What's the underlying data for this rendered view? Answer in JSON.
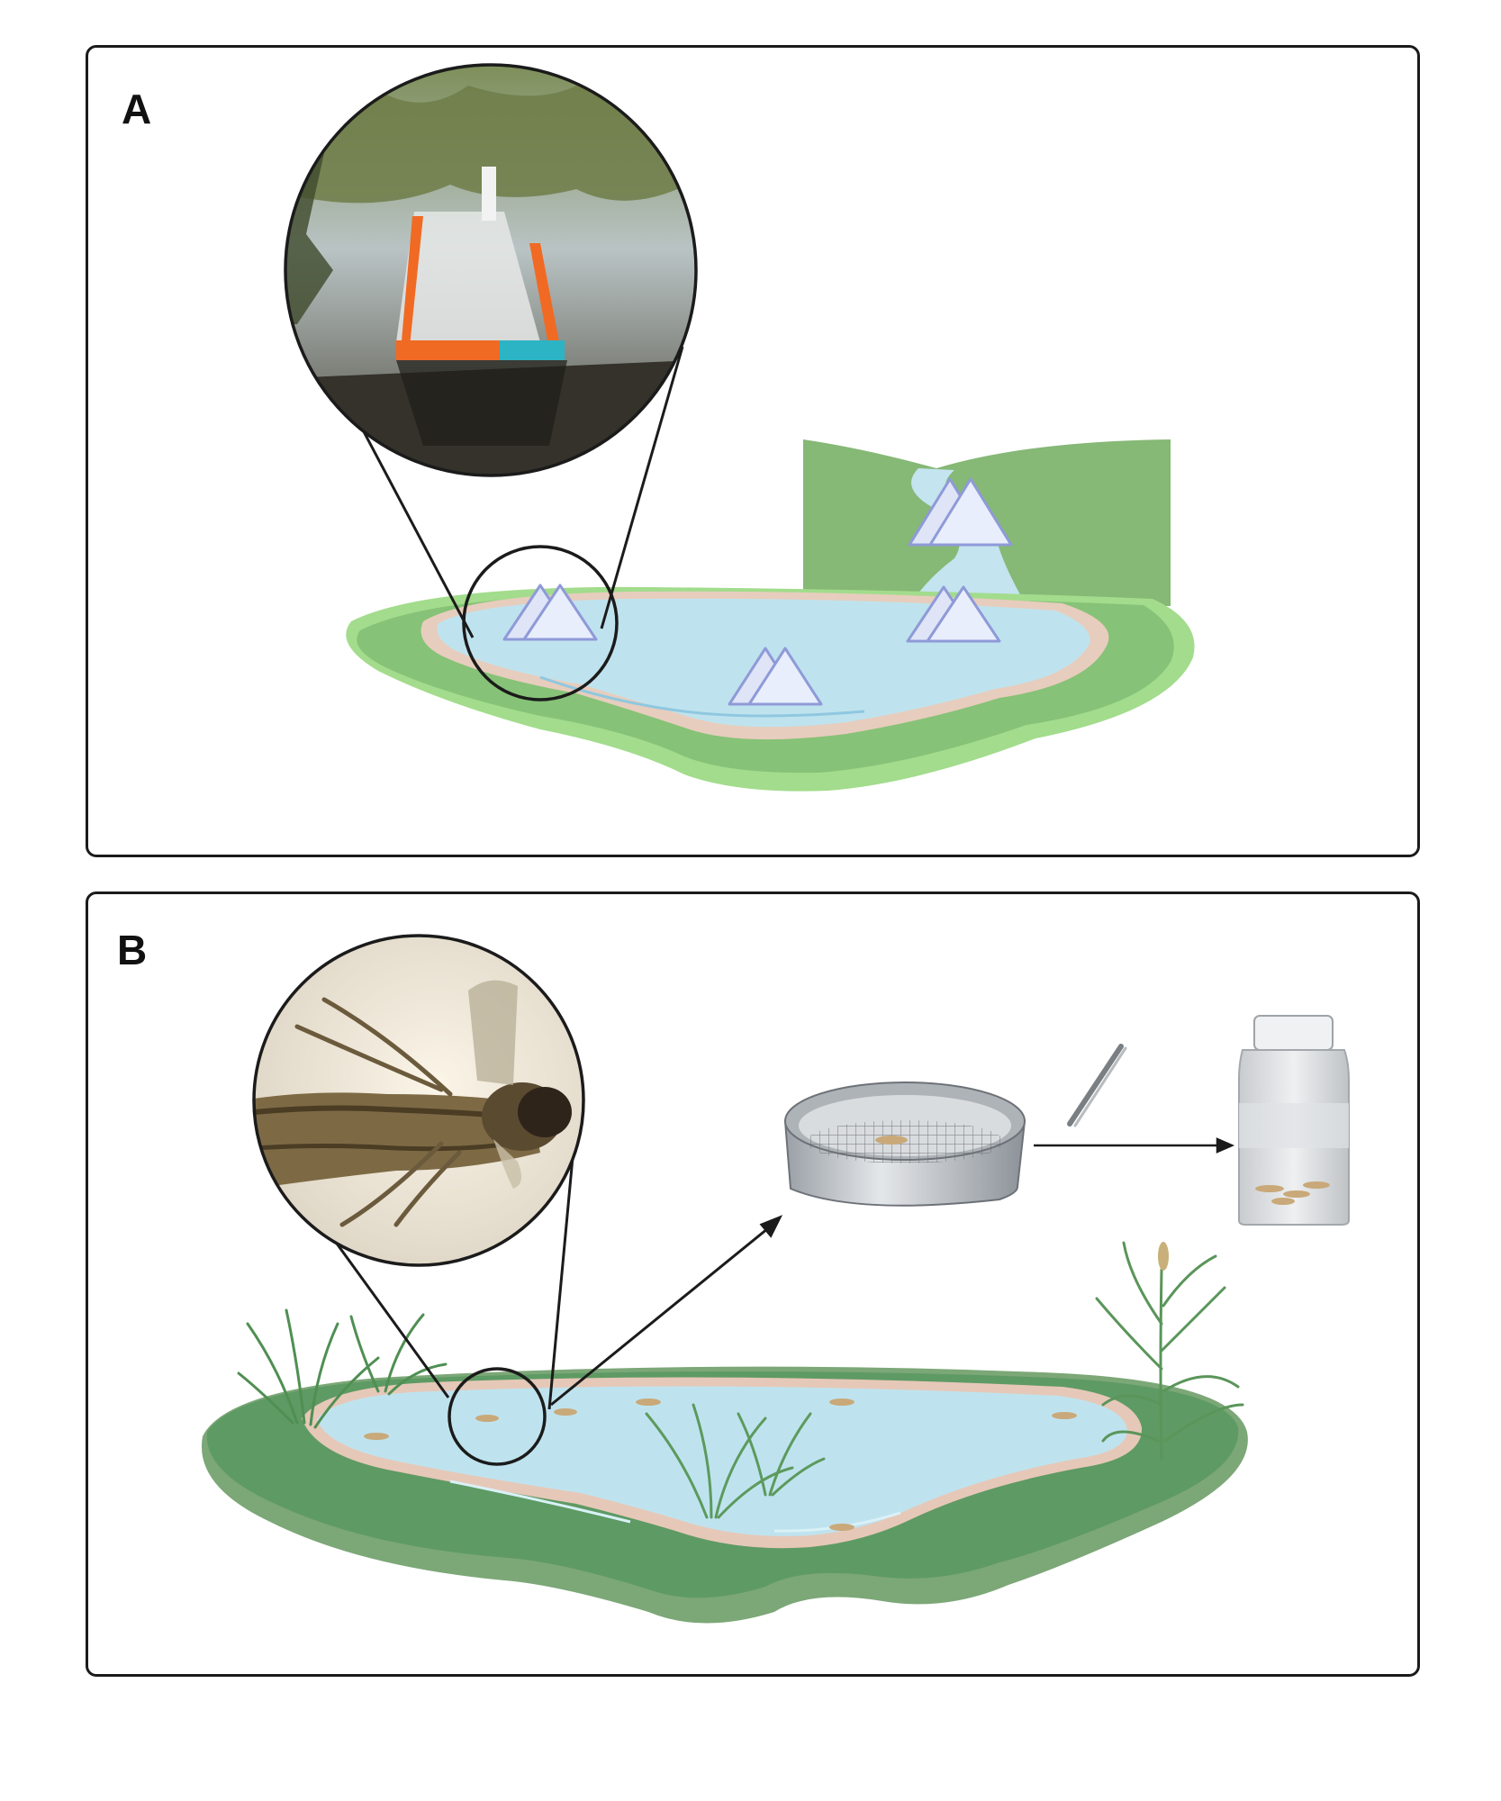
{
  "panels": [
    {
      "label": "A"
    },
    {
      "label": "B"
    }
  ],
  "colors": {
    "border": "#1b1b1b",
    "water": "#bfe3ee",
    "shore": "#e6c8b8",
    "grass_light": "#9fd98a",
    "grass_dark": "#5e9a64",
    "trap": "#e8eefb",
    "trap_outline": "#8f9ad8"
  },
  "icons": {
    "panel_a": [
      "emergence-trap-photo",
      "floating-emergence-trap-icon",
      "pond-illustration",
      "stream-illustration"
    ],
    "panel_b": [
      "exuvia-photo",
      "exuvia-icon",
      "sieve-icon",
      "forceps-icon",
      "sample-jar-icon",
      "reed-plant-icon"
    ]
  }
}
